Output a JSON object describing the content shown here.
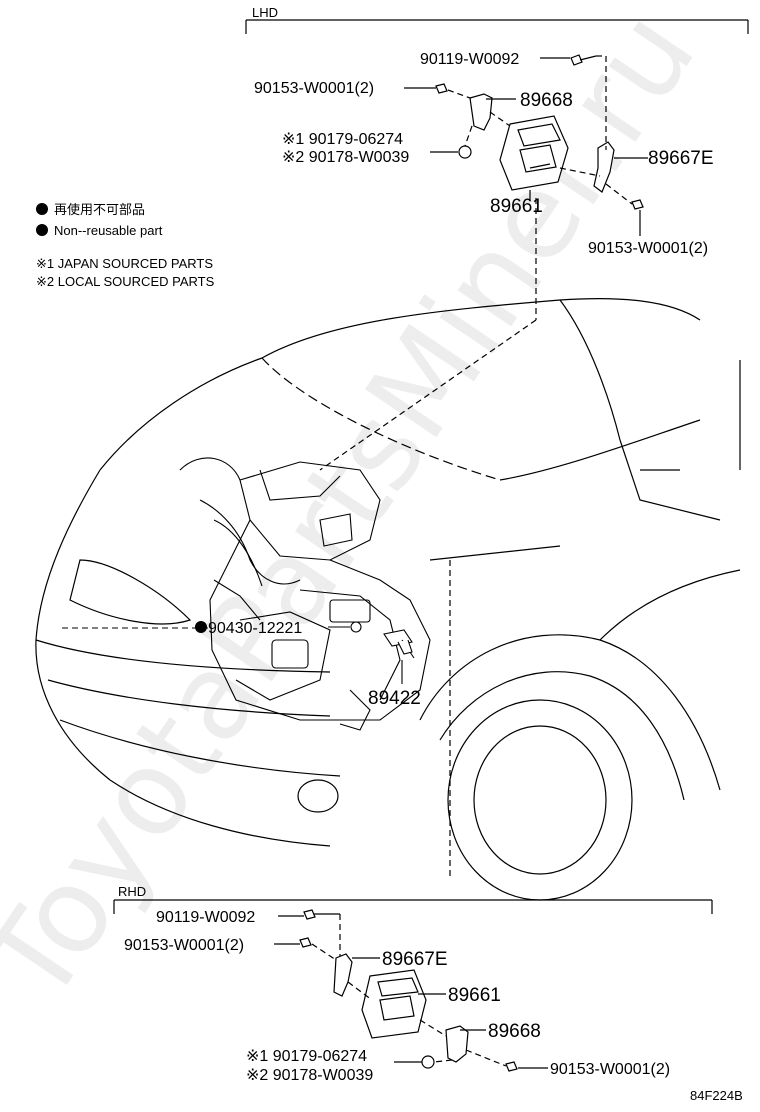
{
  "watermark": "ToyotaPartsMiner.ru",
  "figure_id": "84F224B",
  "legend": {
    "non_reusable_jp": "再使用不可部品",
    "non_reusable_en": "Non--reusable part",
    "note1": "※1 JAPAN SOURCED PARTS",
    "note2": "※2 LOCAL SOURCED PARTS"
  },
  "lhd": {
    "title": "LHD",
    "labels": {
      "p90119": "90119-W0092",
      "p90153_top": "90153-W0001(2)",
      "p89668": "89668",
      "p90179": "※1 90179-06274",
      "p90178": "※2 90178-W0039",
      "p89661": "89661",
      "p89667e": "89667E",
      "p90153_right": "90153-W0001(2)"
    }
  },
  "engine": {
    "labels": {
      "p90430": "90430-12221",
      "p89422": "89422"
    }
  },
  "rhd": {
    "title": "RHD",
    "labels": {
      "p90119": "90119-W0092",
      "p90153_left": "90153-W0001(2)",
      "p89667e": "89667E",
      "p89661": "89661",
      "p89668": "89668",
      "p90179": "※1 90179-06274",
      "p90178": "※2 90178-W0039",
      "p90153_right": "90153-W0001(2)"
    }
  }
}
